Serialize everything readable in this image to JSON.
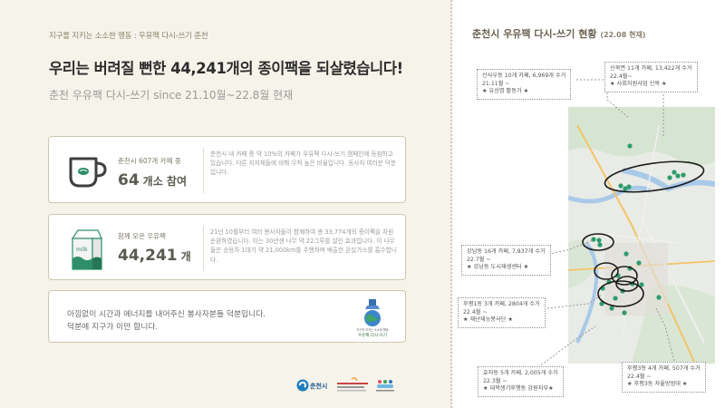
{
  "left": {
    "kicker": "지구를 지키는 소소한 행동 : 우유팩 다시-쓰기 춘천",
    "headline": "우리는 버려질 뻔한 44,241개의 종이팩을 되살렸습니다!",
    "subline": "춘천 우유팩 다시-쓰기 since 21.10월~22.8월 현재"
  },
  "stat1": {
    "label": "춘천시 607개 카페 중",
    "value": "64",
    "unit": "개소 참여",
    "desc": "춘천시 내 카페 중 약 10%의 카페가 우유팩 다시-쓰기 캠페인에 동참하고 있습니다. 다른 지자체들에 비해 무척 높은 비율입니다. 동사자 여러분 덕분입니다."
  },
  "stat2": {
    "label": "함께 모은 우유팩",
    "value": "44,241",
    "unit": "개",
    "carton_text": "milk",
    "desc": "21년 10월부터 여러 봉사자들이 함께하여 총 33,774개의 종이팩을 자원순환하였습니다. 이는 30년생 나무 약 22그루를 살린 효과입니다. 이 나무들은 승용차 1대가 약 21,000km를 주행하며 배출한 온실가스를 흡수합니다."
  },
  "thanks": {
    "line1": "아낌없이 시간과 에너지를 내어주신 봉사자분들 덕분입니다.",
    "line2": "덕분에 지구가 이만 합니다.",
    "badge_text_small": "지구를 지키는 소소한 행동",
    "badge_text": "우유팩 다시-쓰기"
  },
  "logos": {
    "city": "춘천시"
  },
  "right": {
    "title": "춘천시 우유팩 다시-쓰기 현황",
    "title_small": "(22.08 현재)"
  },
  "notes": [
    {
      "l1": "신사우동 10개 카페, 6,969개 수거",
      "l2": "21.11월 ~",
      "l3": "★ 유상엽 활동가 ★"
    },
    {
      "l1": "신북면 11개 카페, 13,422개 수거",
      "l2": "22.4월~",
      "l3": "★ 사회지원사업 신북 ★"
    },
    {
      "l1": "강남동 16개 카페, 7,837개 수거",
      "l2": "22.7월 ~",
      "l3": "★ 강남동 도시재생센터 ★"
    },
    {
      "l1": "후평1동 3개 카페, 2804개 수거",
      "l2": "22.4월 ~",
      "l3": "★ 재난재능봉사단 ★"
    },
    {
      "l1": "효자동 5개 카페, 2,005개 수거",
      "l2": "22.3월 ~",
      "l3": "★ 대학생기후행동 강원지부★"
    },
    {
      "l1": "후평3동 4개 카페, 507개 수거",
      "l2": "22.4월 ~",
      "l3": "★ 후평3동 자율방범대 ★"
    }
  ],
  "colors": {
    "background": "#f6f3ea",
    "card_border": "#cfc7ae",
    "accent_green": "#2e8f6a",
    "ellipse": "#1d1d1d"
  }
}
